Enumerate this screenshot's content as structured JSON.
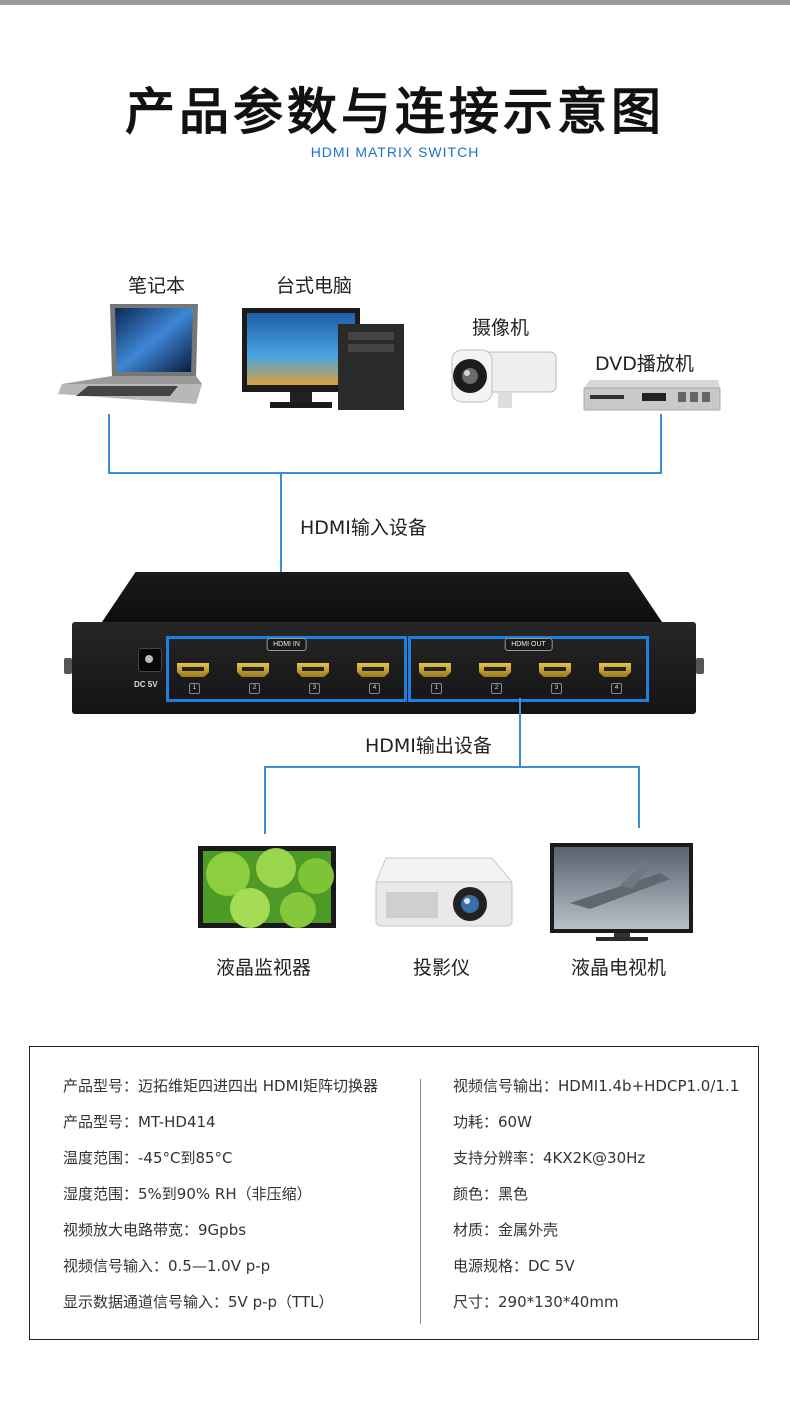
{
  "header": {
    "title": "产品参数与连接示意图",
    "subtitle": "HDMI MATRIX SWITCH"
  },
  "inputs": {
    "laptop": "笔记本",
    "desktop": "台式电脑",
    "camera": "摄像机",
    "dvd": "DVD播放机",
    "group_label": "HDMI输入设备"
  },
  "matrix": {
    "dc_label": "DC 5V",
    "in_tag": "HDMI IN",
    "out_tag": "HDMI OUT",
    "port_numbers": [
      "1",
      "2",
      "3",
      "4"
    ]
  },
  "outputs": {
    "group_label": "HDMI输出设备",
    "monitor": "液晶监视器",
    "projector": "投影仪",
    "tv": "液晶电视机"
  },
  "specs": {
    "left": [
      "产品型号：迈拓维矩四进四出 HDMI矩阵切换器",
      "产品型号：MT-HD414",
      "温度范围：-45°C到85°C",
      "湿度范围：5%到90% RH（非压缩）",
      "视频放大电路带宽：9Gpbs",
      "视频信号输入：0.5—1.0V p-p",
      "显示数据通道信号输入：5V p-p（TTL）"
    ],
    "right": [
      "视频信号输出：HDMI1.4b+HDCP1.0/1.1",
      "功耗：60W",
      "支持分辨率：4KX2K@30Hz",
      "颜色：黑色",
      "材质：金属外壳",
      "电源规格：DC 5V",
      "尺寸：290*130*40mm"
    ]
  },
  "colors": {
    "accent": "#1a74c9",
    "line": "#3d8fd4",
    "frame": "#1d7fe0"
  }
}
